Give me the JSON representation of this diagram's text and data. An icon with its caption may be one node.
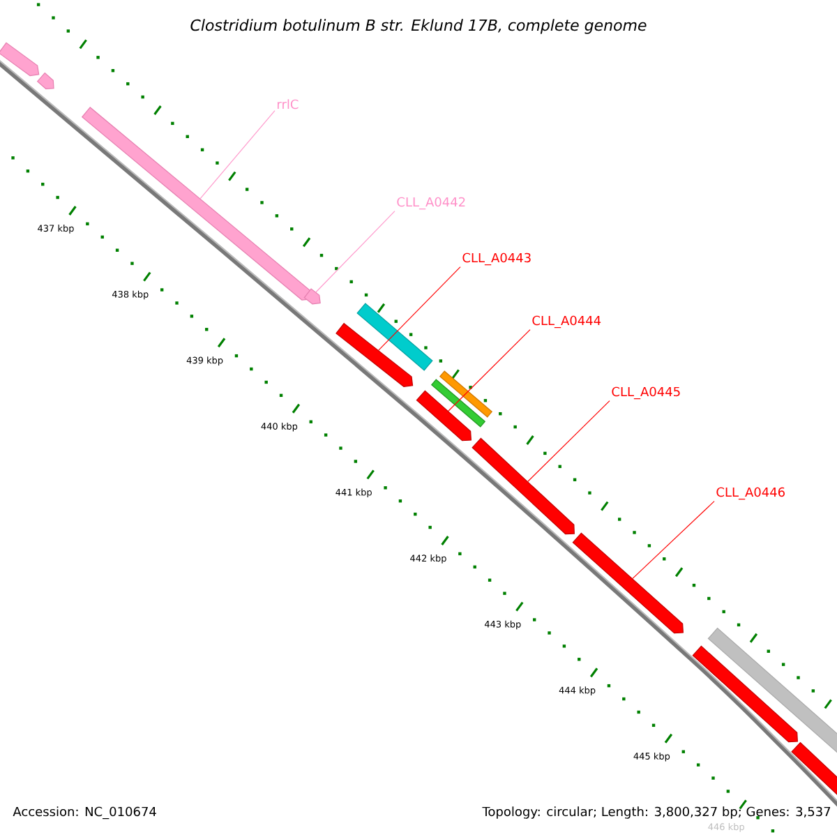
{
  "diagram": {
    "title": "Clostridium botulinum B str. Eklund 17B, complete genome",
    "nodes": [
      {
        "text": [
          "rrlC"
        ]
      },
      {
        "text": [
          "CLL_A0442"
        ]
      },
      {
        "text": [
          "CLL_A0443"
        ]
      },
      {
        "text": [
          "CLL_A0444"
        ]
      },
      {
        "text": [
          "CLL_A0445"
        ]
      },
      {
        "text": [
          "CLL_A0446"
        ]
      },
      {
        "text": [],
        "shape": "arrow"
      },
      {
        "text": [],
        "shape": "arrow"
      },
      {
        "text": [],
        "shape": "arrow"
      },
      {
        "text": [],
        "shape": "arrow"
      },
      {
        "text": [],
        "shape": "arrow"
      },
      {
        "text": [],
        "shape": "arrow"
      },
      {
        "text": [],
        "shape": "arrow"
      },
      {
        "text": [],
        "shape": "arrow"
      },
      {
        "text": [],
        "shape": "bar"
      },
      {
        "text": [],
        "shape": "bar"
      },
      {
        "text": [],
        "shape": "bar"
      },
      {
        "text": [],
        "shape": "bar"
      },
      {
        "text": [],
        "shape": "arrow"
      },
      {
        "text": [],
        "shape": "arrow"
      }
    ],
    "edges": [
      {
        "from": 0,
        "to": 6,
        "arrow": "none",
        "color": "#ff99cc"
      },
      {
        "from": 1,
        "to": 7,
        "arrow": "none",
        "color": "#ff99cc"
      },
      {
        "from": 2,
        "to": 8,
        "arrow": "none"
      },
      {
        "from": 3,
        "to": 9,
        "arrow": "none"
      },
      {
        "from": 4,
        "to": 10,
        "arrow": "none"
      },
      {
        "from": 5,
        "to": 11,
        "arrow": "none"
      }
    ],
    "labels": [
      "437 kbp",
      "438 kbp",
      "439 kbp",
      "440 kbp",
      "441 kbp",
      "442 kbp",
      "443 kbp",
      "444 kbp",
      "445 kbp",
      "446 kbp",
      "Accession: NC_010674",
      "Topology: circular; Length: 3,800,327 bp; Genes: 3,537"
    ]
  }
}
